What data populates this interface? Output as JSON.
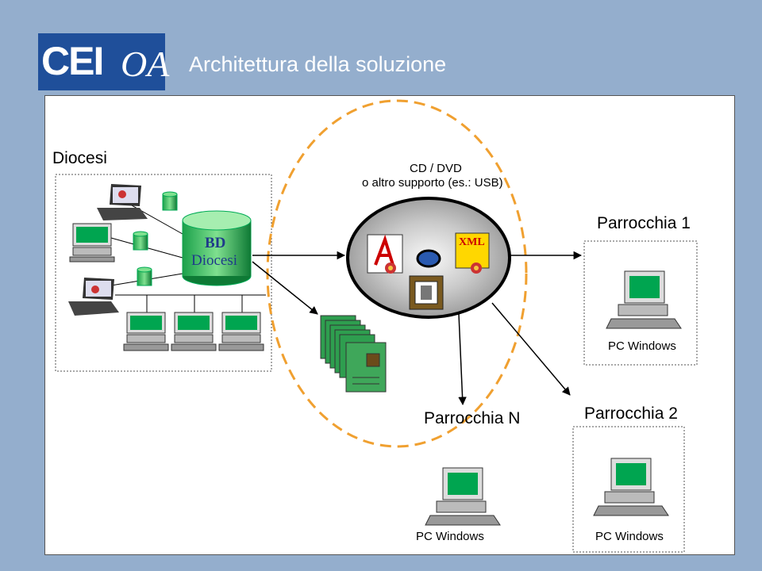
{
  "header": {
    "logo_text": "CEIOA",
    "title": "Architettura della soluzione"
  },
  "diagram": {
    "diocesi_label": "Diocesi",
    "media_label_line1": "CD / DVD",
    "media_label_line2": "o altro supporto (es.: USB)",
    "db_label_line1": "BD",
    "db_label_line2": "Diocesi",
    "xml_label": "XML",
    "parish1_label": "Parrocchia 1",
    "parish2_label": "Parrocchia 2",
    "parishN_label": "Parrocchia N",
    "pc1_label": "PC Windows",
    "pc2_label": "PC Windows",
    "pcN_label": "PC Windows"
  },
  "colors": {
    "background": "#94aecd",
    "logo_bg": "#1f4f9a",
    "ellipse_dash": "#f0a030",
    "screen_green": "#00a550",
    "document_green": "#2e9e4f",
    "xml_yellow": "#ffd700"
  }
}
